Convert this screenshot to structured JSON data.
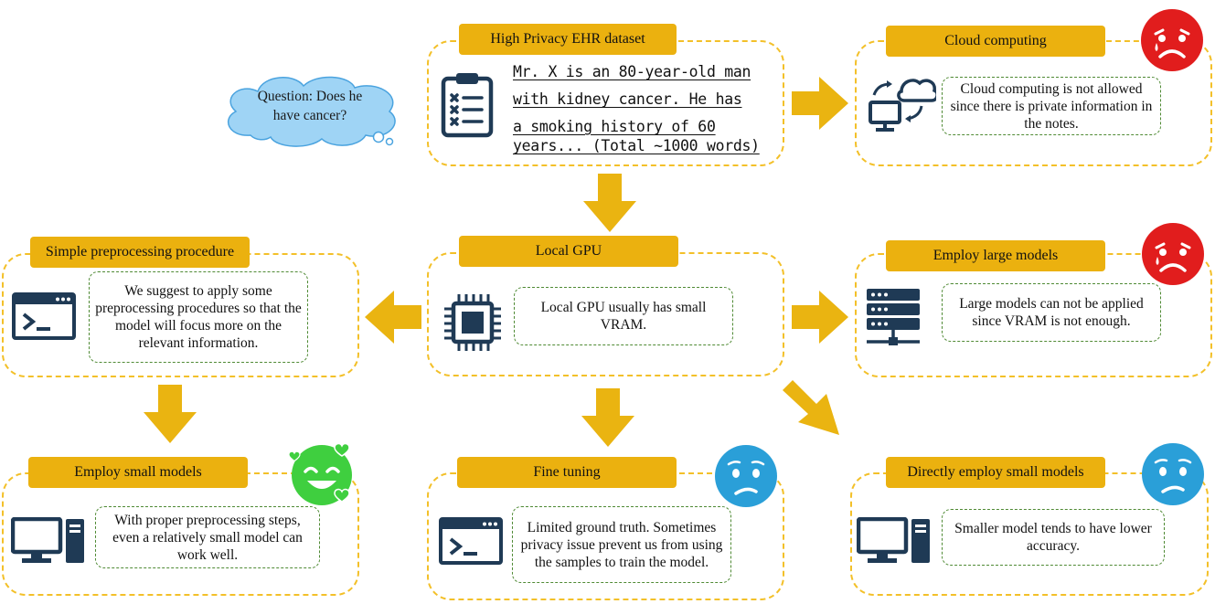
{
  "question": "Question: Does he have cancer?",
  "dataset": {
    "title": "High Privacy EHR dataset",
    "lines": [
      "Mr. X is an 80-year-old man",
      "with kidney cancer. He has",
      "a smoking history of 60",
      "years... (Total ~1000 words)"
    ]
  },
  "cloud": {
    "title": "Cloud computing",
    "note": "Cloud computing is not allowed since there is private information in the notes.",
    "face": "sad-face-icon"
  },
  "gpu": {
    "title": "Local GPU",
    "note": "Local GPU usually has small VRAM."
  },
  "preprocess": {
    "title": "Simple preprocessing procedure",
    "note": "We suggest to apply some preprocessing procedures so that the model will focus more on the relevant information."
  },
  "large": {
    "title": "Employ large models",
    "note": "Large models can not be applied since VRAM is not enough.",
    "face": "sad-face-icon"
  },
  "small": {
    "title": "Employ small models",
    "note": "With proper preprocessing steps, even a relatively small model can work well.",
    "face": "smiling-hearts-face-icon"
  },
  "finetune": {
    "title": "Fine tuning",
    "note": "Limited ground truth. Sometimes privacy issue prevent us from using the samples to train the model.",
    "face": "worried-face-icon"
  },
  "direct": {
    "title": "Directly employ small models",
    "note": "Smaller model tends to have lower accuracy.",
    "face": "worried-face-icon"
  },
  "colors": {
    "tag": "#ebb10f",
    "panel_border": "#f3c029",
    "arrow": "#eab411",
    "note_border": "#4f8a34",
    "icon": "#1f3a55",
    "sad": "#e11d1d",
    "worried": "#2a9fd8",
    "happy": "#3fcf3f"
  }
}
